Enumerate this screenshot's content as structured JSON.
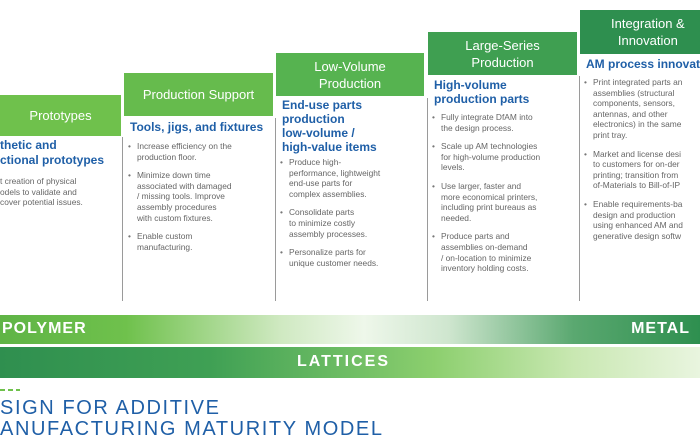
{
  "colors": {
    "green_light": "#6fc14c",
    "green_mid": "#4fae53",
    "green_dark": "#2e8f4f",
    "blue": "#1f5fa7",
    "gray_text": "#666666"
  },
  "stages": [
    {
      "header": "Prototypes",
      "subtitle": "thetic and\nctional prototypes",
      "bullets": [
        "t creation of physical\nodels to validate and\ncover potential issues."
      ]
    },
    {
      "header": "Production Support",
      "subtitle": "Tools, jigs, and fixtures",
      "bullets": [
        "Increase efficiency on the\nproduction floor.",
        "Minimize down time\nassociated with damaged\n/ missing tools.  Improve\nassembly procedures\nwith custom fixtures.",
        "Enable custom\nmanufacturing."
      ]
    },
    {
      "header": "Low-Volume\nProduction",
      "subtitle": "End-use parts\nproduction\nlow-volume /\nhigh-value items",
      "bullets": [
        "Produce high-\nperformance, lightweight\nend-use parts for\ncomplex assemblies.",
        "Consolidate parts\nto minimize costly\nassembly processes.",
        "Personalize parts for\nunique customer needs."
      ]
    },
    {
      "header": "Large-Series\nProduction",
      "subtitle": "High-volume\nproduction parts",
      "bullets": [
        "Fully integrate DfAM into\nthe design process.",
        "Scale up AM technologies\nfor high-volume production\nlevels.",
        "Use larger, faster and\nmore economical printers,\nincluding print bureaus as\nneeded.",
        "Produce parts and\nassemblies on-demand\n/ on-location to minimize\ninventory holding costs."
      ]
    },
    {
      "header": "Integration &\nInnovation",
      "subtitle": "AM process innovat",
      "bullets": [
        "Print integrated parts an\nassemblies (structural\ncomponents, sensors,\nantennas, and other\nelectronics) in the same\nprint tray.",
        "Market and license desi\nto customers for on-der\nprinting; transition from\nof-Materials to Bill-of-IP",
        "Enable requirements-ba\ndesign and production\nusing enhanced AM and\ngenerative design softw"
      ]
    }
  ],
  "bands": {
    "polymer": "POLYMER",
    "metal": "METAL",
    "lattices": "LATTICES"
  },
  "title": {
    "line1": "SIGN FOR ADDITIVE",
    "line2": "ANUFACTURING MATURITY MODEL"
  }
}
